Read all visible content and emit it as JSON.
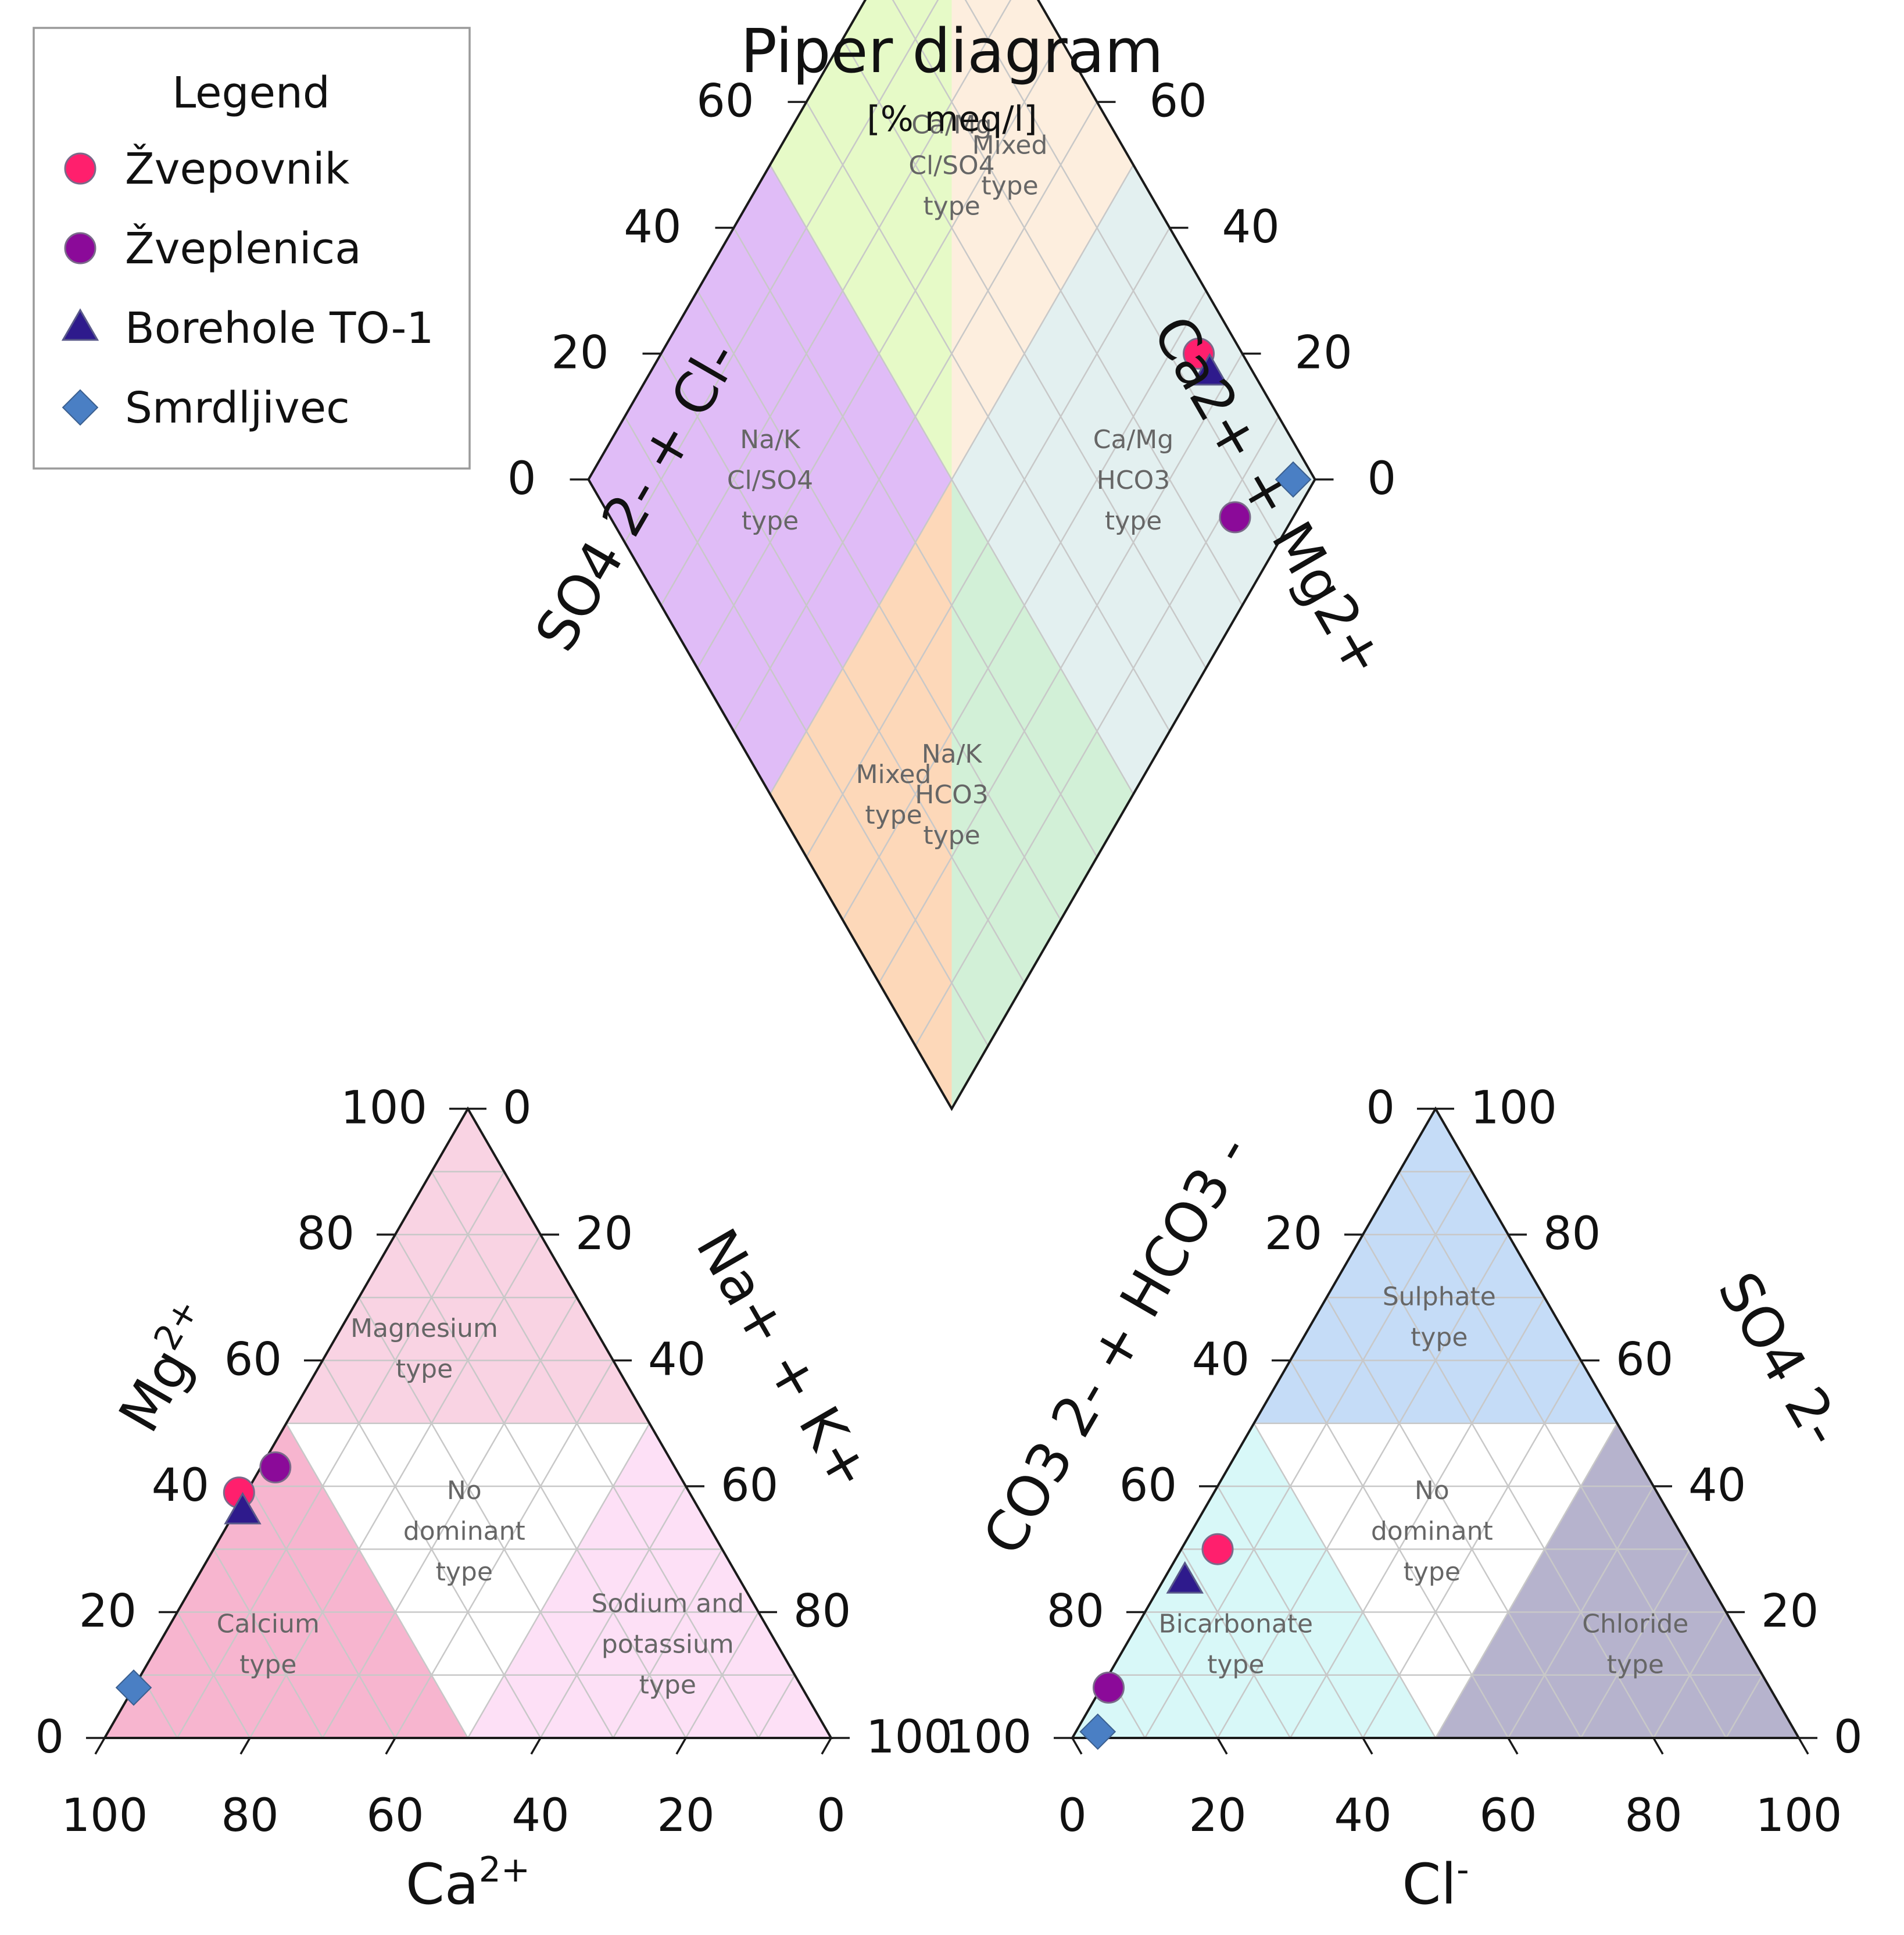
{
  "chart_data": {
    "type": "scatter",
    "title": "Piper diagram",
    "subtitle": "[% meq/l]",
    "tick_values": [
      "0",
      "20",
      "40",
      "60",
      "80",
      "100"
    ],
    "legend": {
      "title": "Legend",
      "placement": "top-left",
      "entries": [
        {
          "name": "Žvepovnik",
          "marker": "circle",
          "color": "#ff1f6d"
        },
        {
          "name": "Žveplenica",
          "marker": "circle",
          "color": "#8b0a99"
        },
        {
          "name": "Borehole TO-1",
          "marker": "triangle",
          "color": "#2e1a8c"
        },
        {
          "name": "Smrdljivec",
          "marker": "diamond",
          "color": "#4a7fc4"
        }
      ]
    },
    "cation_triangle": {
      "axes": {
        "ca": "Ca",
        "ca_sup": "2+",
        "mg": "Mg",
        "mg_sup": "2+",
        "nak": "Na+ + K+"
      },
      "zones": [
        {
          "id": "magnesium",
          "lines": [
            "Magnesium",
            "type"
          ],
          "color": "#f9d3e3"
        },
        {
          "id": "no-dominant",
          "lines": [
            "No",
            "dominant",
            "type"
          ],
          "color": "#ffffff"
        },
        {
          "id": "calcium",
          "lines": [
            "Calcium",
            "type"
          ],
          "color": "#f7b5cf"
        },
        {
          "id": "sodium-potassium",
          "lines": [
            "Sodium and",
            "potassium",
            "type"
          ],
          "color": "#fde0f6"
        }
      ],
      "points": [
        {
          "sample": "Žvepovnik",
          "ca": 62,
          "mg": 39,
          "nak": -1
        },
        {
          "sample": "Žveplenica",
          "ca": 55,
          "mg": 43,
          "nak": 2
        },
        {
          "sample": "Borehole TO-1",
          "ca": 63,
          "mg": 36,
          "nak": 1
        },
        {
          "sample": "Smrdljivec",
          "ca": 92,
          "mg": 8,
          "nak": 0
        }
      ]
    },
    "anion_triangle": {
      "axes": {
        "cl": "Cl",
        "cl_sup": "-",
        "so4": "SO4 2-",
        "co3hco3": "CO3 2- + HCO3 -"
      },
      "zones": [
        {
          "id": "sulphate",
          "lines": [
            "Sulphate",
            "type"
          ],
          "color": "#c5dcf7"
        },
        {
          "id": "no-dominant",
          "lines": [
            "No",
            "dominant",
            "type"
          ],
          "color": "#ffffff"
        },
        {
          "id": "bicarbonate",
          "lines": [
            "Bicarbonate",
            "type"
          ],
          "color": "#d8f8f8"
        },
        {
          "id": "chloride",
          "lines": [
            "Chloride",
            "type"
          ],
          "color": "#b6b3cd"
        }
      ],
      "points": [
        {
          "sample": "Žvepovnik",
          "cl": 5,
          "so4": 30
        },
        {
          "sample": "Žveplenica",
          "cl": 1,
          "so4": 8
        },
        {
          "sample": "Borehole TO-1",
          "cl": 3,
          "so4": 25
        },
        {
          "sample": "Smrdljivec",
          "cl": 3,
          "so4": 1
        }
      ]
    },
    "diamond": {
      "axes": {
        "left": "SO4 2- + Cl-",
        "right": "Ca2+ + Mg2+"
      },
      "zones": [
        {
          "id": "ca-mg-cl-so4",
          "lines": [
            "Ca/Mg",
            "Cl/SO4",
            "type"
          ],
          "color": "#e6fac7"
        },
        {
          "id": "mixed-upper",
          "lines": [
            "Mixed",
            "type"
          ],
          "color": "#fdeede"
        },
        {
          "id": "ca-mg-hco3",
          "lines": [
            "Ca/Mg",
            "HCO3",
            "type"
          ],
          "color": "#e3f0f0"
        },
        {
          "id": "na-k-cl-so4",
          "lines": [
            "Na/K",
            "Cl/SO4",
            "type"
          ],
          "color": "#e0bcf7"
        },
        {
          "id": "mixed-lower",
          "lines": [
            "Mixed",
            "type"
          ],
          "color": "#fdd8b9"
        },
        {
          "id": "na-k-hco3",
          "lines": [
            "Na/K",
            "HCO3",
            "type"
          ],
          "color": "#d2f0d7"
        }
      ],
      "points": [
        {
          "sample": "Žvepovnik",
          "so4cl": 26,
          "camg": 94
        },
        {
          "sample": "Žveplenica",
          "so4cl": 8,
          "camg": 86
        },
        {
          "sample": "Borehole TO-1",
          "so4cl": 23,
          "camg": 94
        },
        {
          "sample": "Smrdljivec",
          "so4cl": 3,
          "camg": 97
        }
      ]
    }
  }
}
